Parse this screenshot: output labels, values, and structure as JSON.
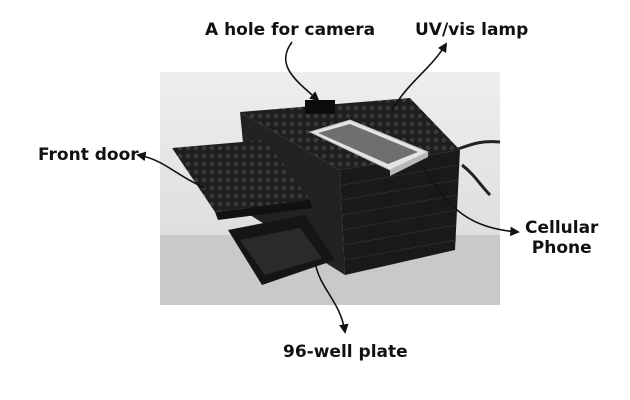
{
  "figure": {
    "labels": {
      "camera": "A hole for camera",
      "lamp": "UV/vis lamp",
      "door": "Front door",
      "phone_line1": "Cellular",
      "phone_line2": "Phone",
      "plate": "96-well plate"
    },
    "colors": {
      "wall": "#e6e6e6",
      "floor": "#cfcfcf",
      "lego": "#1c1c1c",
      "phone": "#d9d9d9",
      "arrow": "#111111"
    }
  }
}
